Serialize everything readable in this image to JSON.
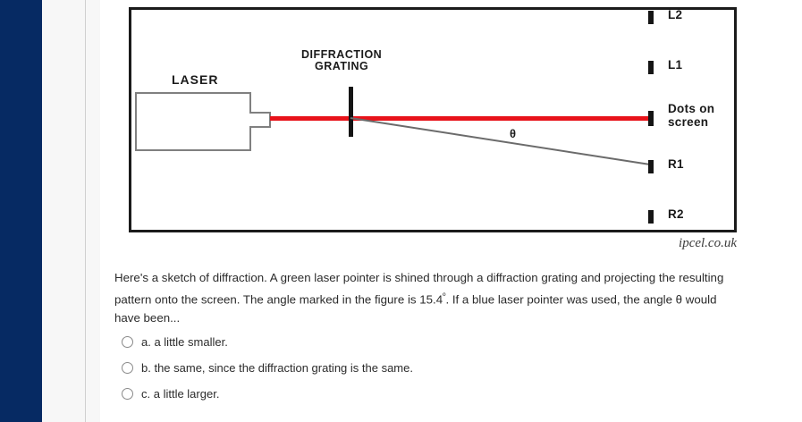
{
  "colors": {
    "nav_rail": "#062a63",
    "beam_red": "#e8131a",
    "figure_border": "#1b1b1b",
    "text": "#2b2b2b"
  },
  "figure": {
    "laser_label": "LASER",
    "grating_label_line1": "DIFFRACTION",
    "grating_label_line2": "GRATING",
    "angle_symbol": "θ",
    "credit": "ipcel.co.uk",
    "screen_labels": {
      "l2": "L2",
      "l1": "L1",
      "center_line1": "Dots on",
      "center_line2": "screen",
      "r1": "R1",
      "r2": "R2"
    }
  },
  "question": {
    "text_part1": "Here's a sketch of diffraction.  A green laser pointer is shined through a diffraction grating and projecting the resulting pattern onto the screen.  The angle marked in the figure is 15.4",
    "degree_symbol": "º",
    "text_part2": ". If a blue laser pointer was used, the angle θ would have been..."
  },
  "options": [
    {
      "label": "a. a little smaller."
    },
    {
      "label": "b. the same, since the diffraction grating is the same."
    },
    {
      "label": "c. a little larger."
    }
  ]
}
